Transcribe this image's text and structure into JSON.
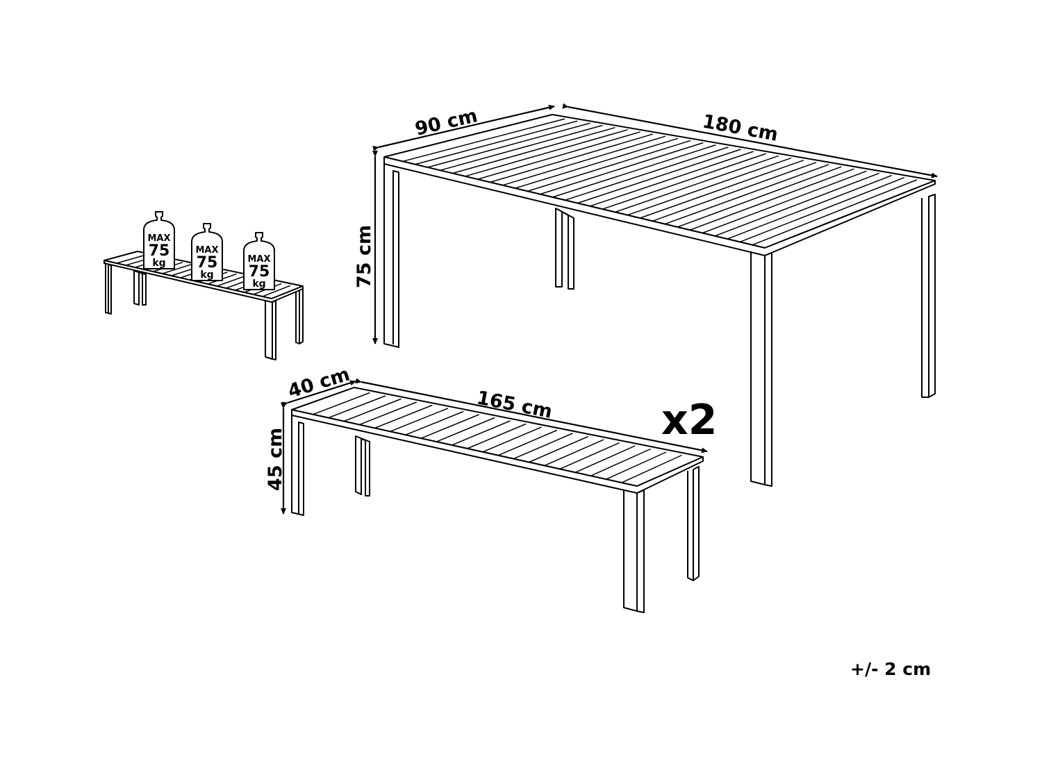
{
  "table": {
    "width_label": "90 cm",
    "length_label": "180 cm",
    "height_label": "75 cm"
  },
  "bench": {
    "width_label": "40 cm",
    "length_label": "165 cm",
    "height_label": "45 cm",
    "quantity_label": "x2"
  },
  "load_test": {
    "weights": [
      {
        "max": "MAX",
        "value": "75",
        "unit": "kg"
      },
      {
        "max": "MAX",
        "value": "75",
        "unit": "kg"
      },
      {
        "max": "MAX",
        "value": "75",
        "unit": "kg"
      }
    ]
  },
  "tolerance_label": "+/- 2 cm"
}
